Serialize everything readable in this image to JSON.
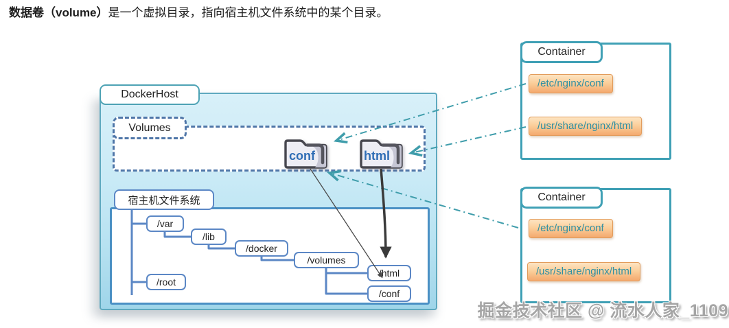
{
  "title": {
    "bold": "数据卷（volume）",
    "rest": "是一个虚拟目录，指向宿主机文件系统中的某个目录。"
  },
  "docker_host": {
    "label": "DockerHost",
    "volumes": {
      "label": "Volumes",
      "folders": [
        {
          "name": "conf"
        },
        {
          "name": "html"
        }
      ]
    },
    "filesystem": {
      "label": "宿主机文件系统",
      "nodes": [
        "/var",
        "/lib",
        "/docker",
        "/volumes",
        "/root",
        "/html",
        "/conf"
      ]
    }
  },
  "containers": [
    {
      "label": "Container",
      "mounts": [
        "/etc/nginx/conf",
        "/usr/share/nginx/html"
      ]
    },
    {
      "label": "Container",
      "mounts": [
        "/etc/nginx/conf",
        "/usr/share/nginx/html"
      ]
    }
  ],
  "watermark": {
    "text": "掘金技术社区 @ 流水人家_1109"
  },
  "colors": {
    "host_border": "#5ea9bf",
    "host_fill_top": "#d8f0f9",
    "host_fill_bottom": "#9fd5e9",
    "container_border": "#3fa0b5",
    "dashed_border": "#4f76a8",
    "tree_border": "#5b87c5",
    "fs_border": "#4a90c4",
    "folder_border": "#47474f",
    "folder_fill": "#ededf4",
    "folder_text": "#2f6db5",
    "mount_fill_top": "#fde4c2",
    "mount_fill_bottom": "#f4a96e",
    "mount_border": "#e29c5c",
    "mount_text": "#2e8fa3",
    "dashdot_arrow": "#3f9dab",
    "black_arrow": "#3a3a3a",
    "watermark_text": "#a5a5a5"
  }
}
